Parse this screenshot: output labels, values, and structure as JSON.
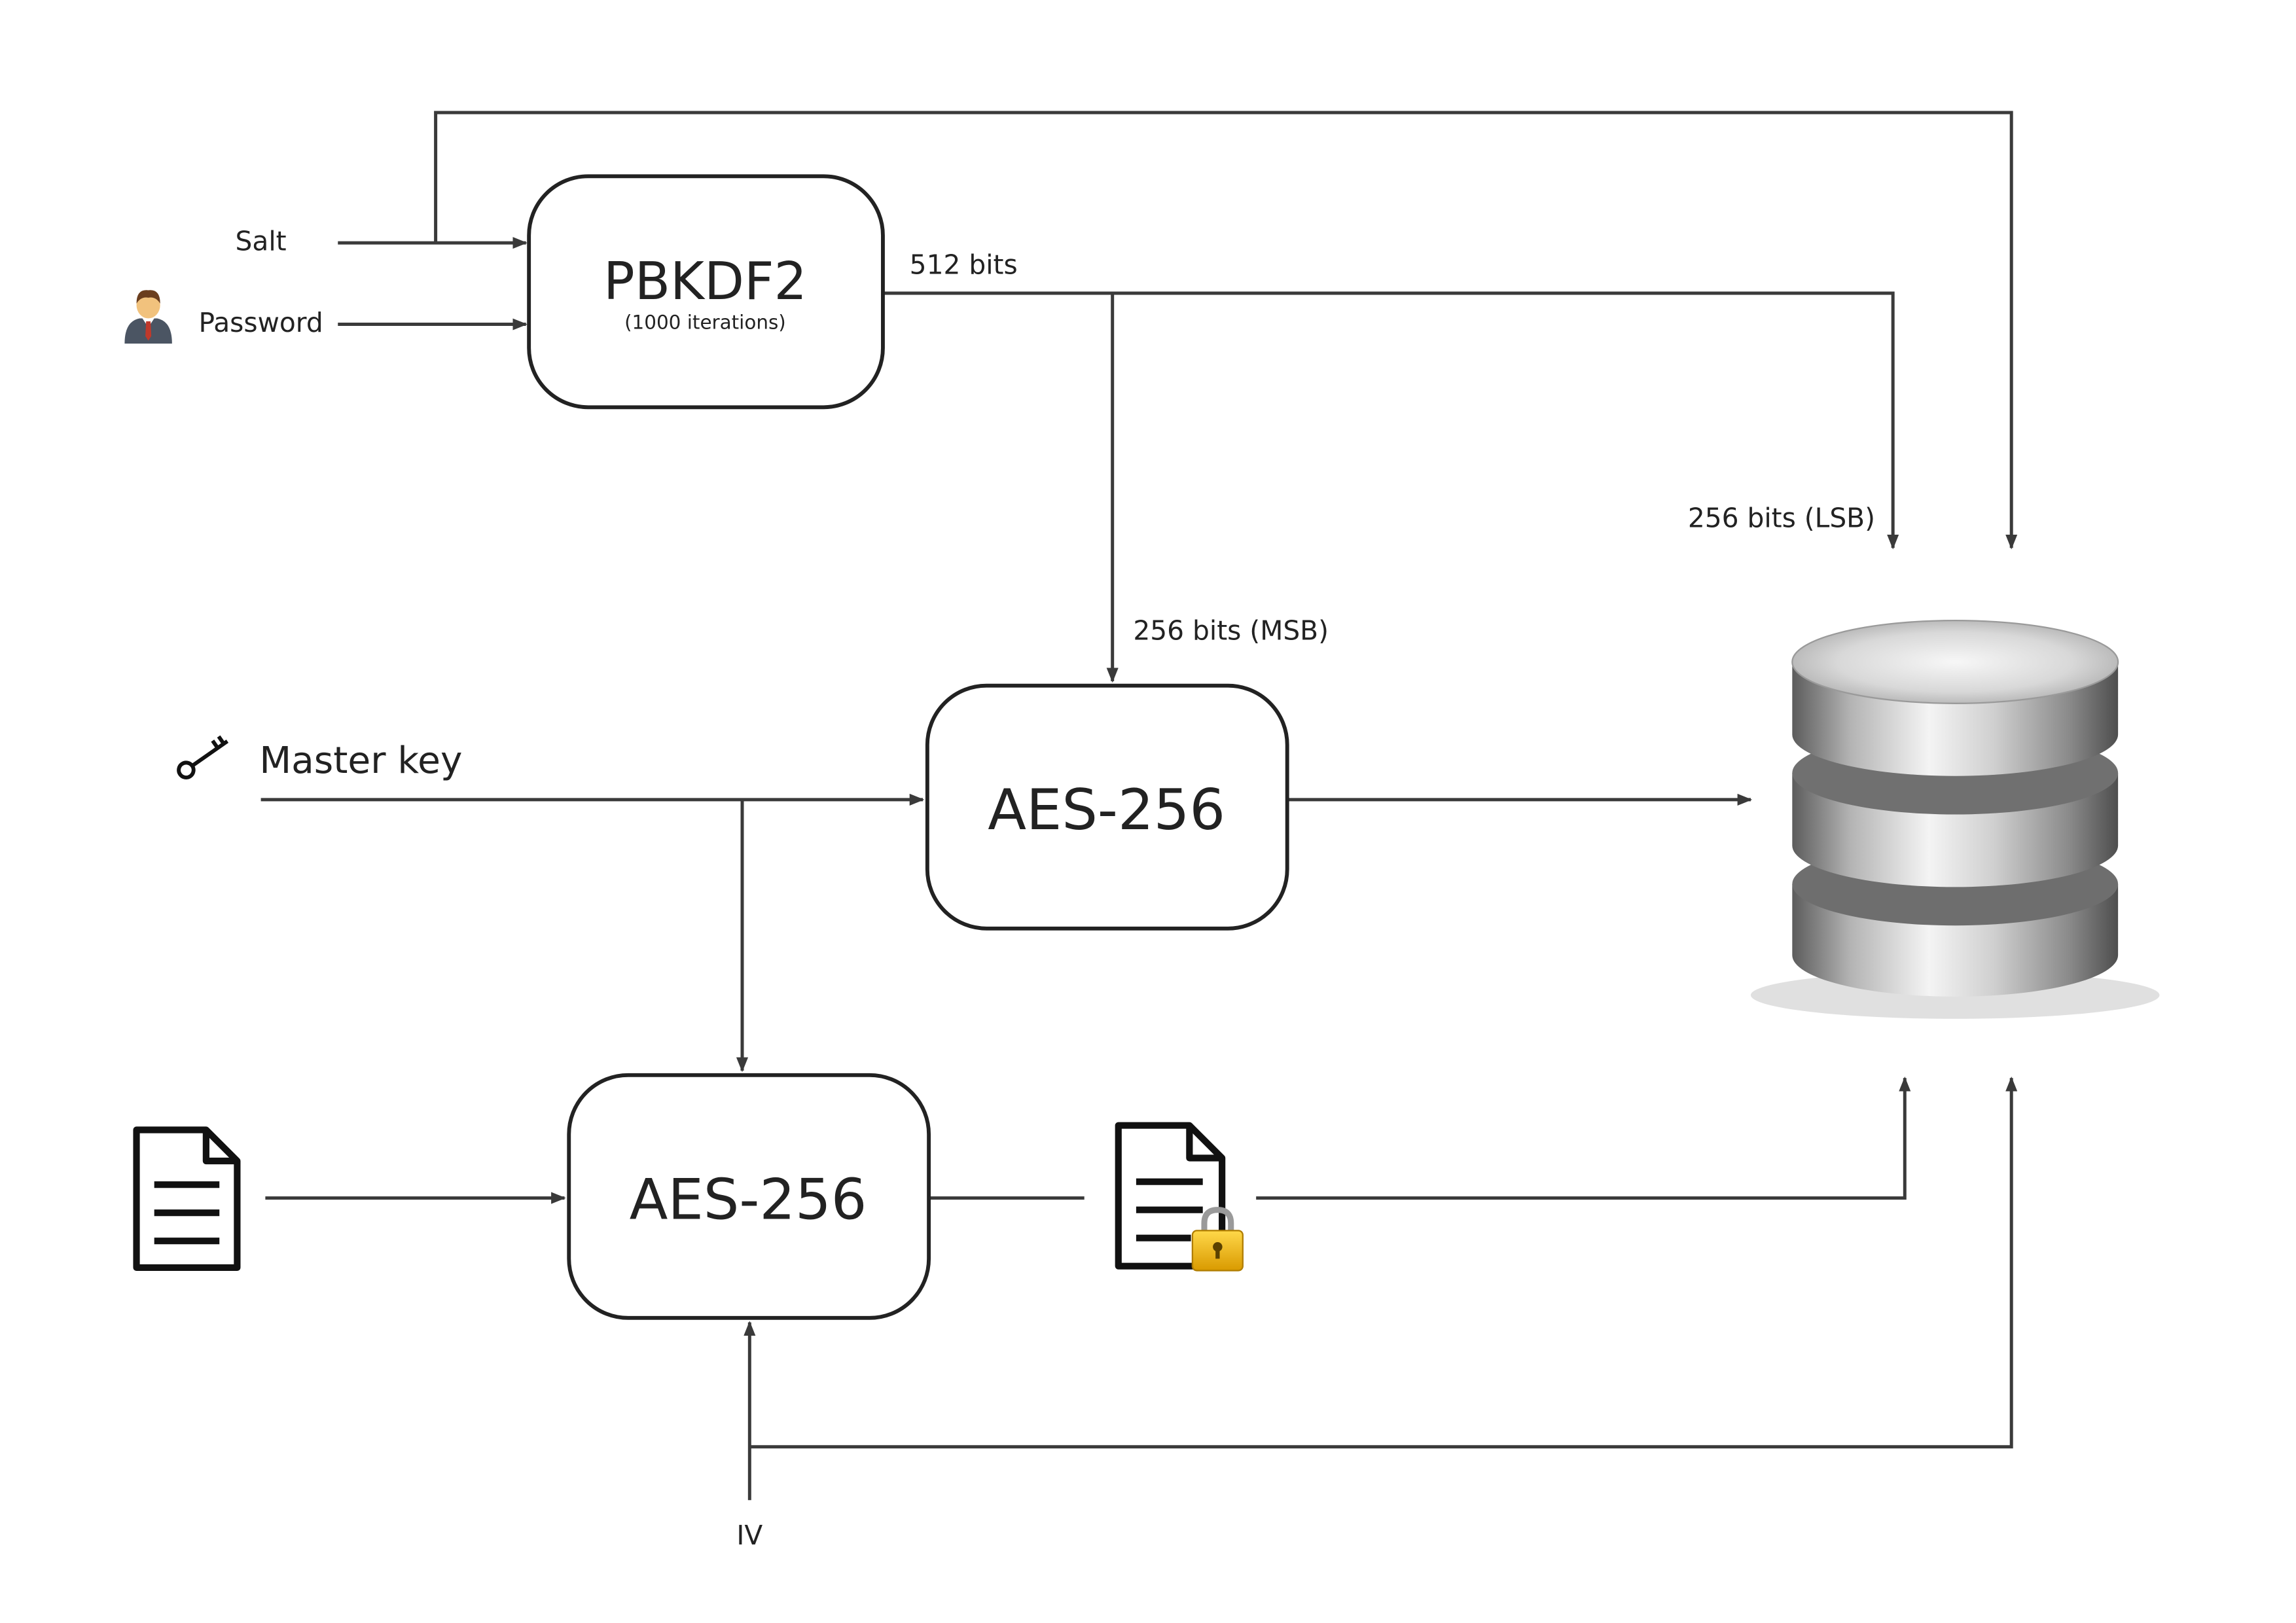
{
  "inputs": {
    "salt": "Salt",
    "password": "Password",
    "master_key": "Master key",
    "iv": "IV"
  },
  "blocks": {
    "pbkdf2": {
      "title": "PBKDF2",
      "subtitle": "(1000 iterations)"
    },
    "aes_key": {
      "title": "AES-256"
    },
    "aes_file": {
      "title": "AES-256"
    }
  },
  "edge_labels": {
    "pbkdf2_out": "512 bits",
    "msb": "256 bits (MSB)",
    "lsb": "256 bits (LSB)"
  },
  "icons": {
    "user": "user-icon",
    "key": "key-icon",
    "document": "document-icon",
    "encrypted_document": "encrypted-document-icon",
    "lock": "lock-icon",
    "database": "database-icon"
  },
  "colors": {
    "line": "#3a3a3a",
    "text": "#222222",
    "lock": "#f2b705"
  }
}
